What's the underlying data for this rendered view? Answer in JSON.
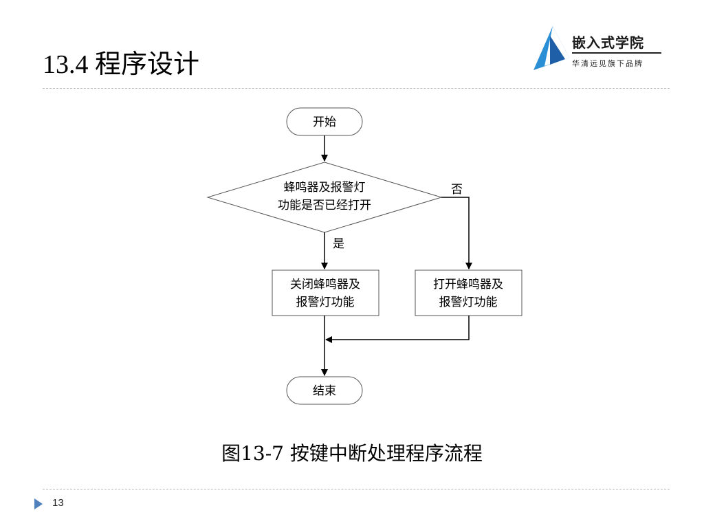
{
  "slide": {
    "title": "13.4 程序设计",
    "caption": "图13-7 按键中断处理程序流程",
    "page_number": "13"
  },
  "logo": {
    "brand": "嵌入式学院",
    "slogan": "华清远见旗下品牌",
    "colors": {
      "blue": "#2b8fd6",
      "dark_blue": "#1e5fa8"
    }
  },
  "flowchart": {
    "start": "开始",
    "decision": {
      "line1": "蜂鸣器及报警灯",
      "line2": "功能是否已经打开"
    },
    "yes_label": "是",
    "no_label": "否",
    "yes_action": {
      "line1": "关闭蜂鸣器及",
      "line2": "报警灯功能"
    },
    "no_action": {
      "line1": "打开蜂鸣器及",
      "line2": "报警灯功能"
    },
    "end": "结束"
  },
  "footer": {
    "icon": "triangle-right-icon",
    "accent": "#4f81bd"
  }
}
